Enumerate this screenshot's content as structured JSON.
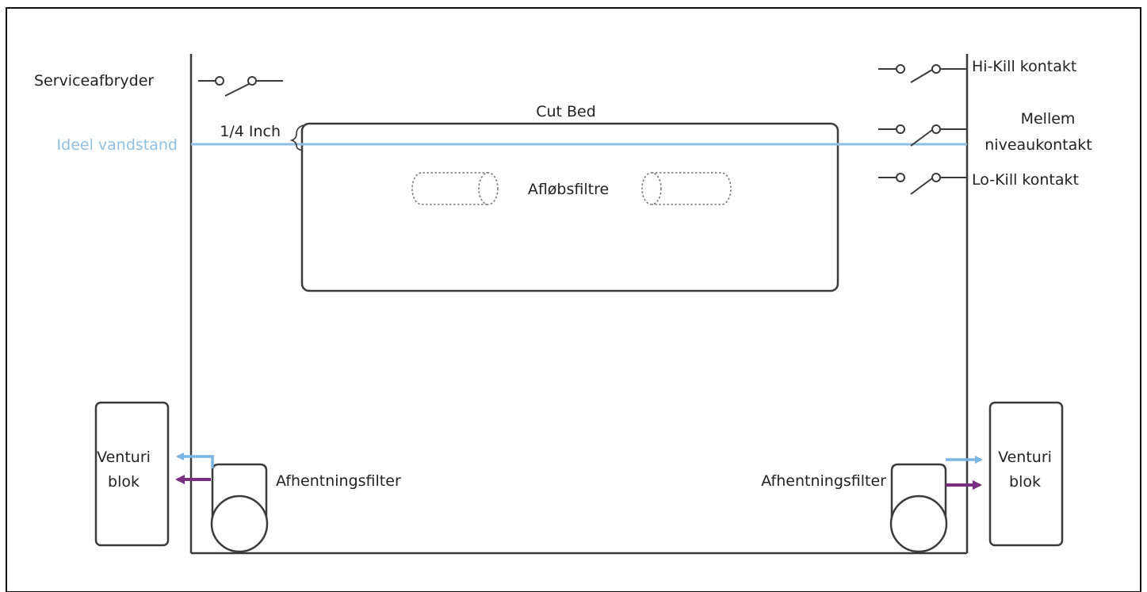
{
  "labels": {
    "service_switch": "Serviceafbryder",
    "cut_bed": "Cut Bed",
    "quarter_inch": "1/4 Inch",
    "ideal_water_level": "Ideel vandstand",
    "drain_filters": "Afløbsfiltre",
    "hi_kill": "Hi-Kill kontakt",
    "mid_level_line1": "Mellem",
    "mid_level_line2": "niveaukontakt",
    "lo_kill": "Lo-Kill kontakt",
    "venturi_left_line1": "Venturi",
    "venturi_left_line2": "blok",
    "venturi_right_line1": "Venturi",
    "venturi_right_line2": "blok",
    "pickup_filter_left": "Afhentningsfilter",
    "pickup_filter_right": "Afhentningsfilter"
  },
  "colors": {
    "outline": "#3a3a3a",
    "water": "#8fbfe0",
    "inflow_arrow": "#7ab4e0",
    "outflow_arrow": "#7b2d82",
    "text": "#222222"
  },
  "icons": {
    "switch_symbol": "open-switch-icon",
    "filter_symbol": "cylinder-filter-icon",
    "arrow_symbol": "flow-arrow-icon"
  }
}
